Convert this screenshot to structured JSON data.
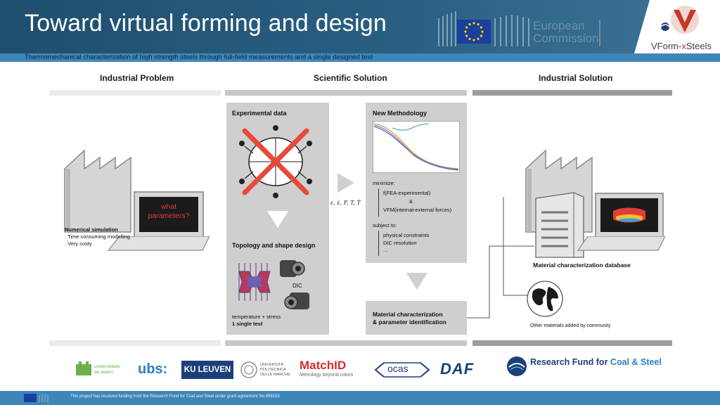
{
  "header": {
    "title": "Toward virtual forming and design",
    "subtitle": "Thermomechanical characterization of high strength steels through full-field measurements and a single designed test",
    "eu_line1": "European",
    "eu_line2": "Commission",
    "vform_prefix": "VForm-",
    "vform_x": "x",
    "vform_suffix": "Steels"
  },
  "columns": {
    "industrial_problem": "Industrial Problem",
    "scientific_solution": "Scientific Solution",
    "industrial_solution": "Industrial Solution"
  },
  "problem": {
    "screen_text": "what parameters?",
    "title": "Numerical simulation",
    "bullet1": ". Time consuming modelling",
    "bullet2": ". Very costy"
  },
  "experimental": {
    "title": "Experimental data",
    "topology_title": "Topology and shape design",
    "dic_label": "DIC",
    "footer1": "temperature + stress",
    "footer2": "1 single test"
  },
  "arrow_formula": "ε, ε̇, F, T, Ṫ",
  "methodology": {
    "title": "New Methodology",
    "minimize": "minimize:",
    "term1": "f(FEA-experimental)",
    "amp": "&",
    "term2": "VFM(internal-external forces)",
    "subject_to": "subject to:",
    "c1": "physical constraints",
    "c2": "DIC resolution",
    "c3": "..."
  },
  "identification": {
    "line1": "Material characterization",
    "line2": "& parameter identification"
  },
  "industrial_solution": {
    "database": "Material characterization database",
    "community": "Other materials added by community"
  },
  "logos": {
    "aveiro_1": "universidade",
    "aveiro_2": "de aveiro",
    "ubs": "ubs:",
    "kuleuven": "KU LEUVEN",
    "polimi_1": "UNIVERSITÀ",
    "polimi_2": "POLITECNICA",
    "polimi_3": "DELLE MARCHE",
    "matchid": "MatchID",
    "matchid_tag": "Metrology beyond colors",
    "ocas": "ocas",
    "daf": "DAF",
    "rfcs_a": "Research Fund for ",
    "rfcs_b": "Coal & Steel"
  },
  "footer": {
    "text": "This project has received funding from the Research Fund for Coal and Steel under grant agreement No 888153"
  },
  "colors": {
    "header_blue": "#1f4e6e",
    "accent_blue": "#3f86b8",
    "panel_grey": "#cfcfcf",
    "cross_red": "#e8493b",
    "matchid_red": "#d62f2f",
    "rfcs_navy": "#1d3f7a"
  }
}
